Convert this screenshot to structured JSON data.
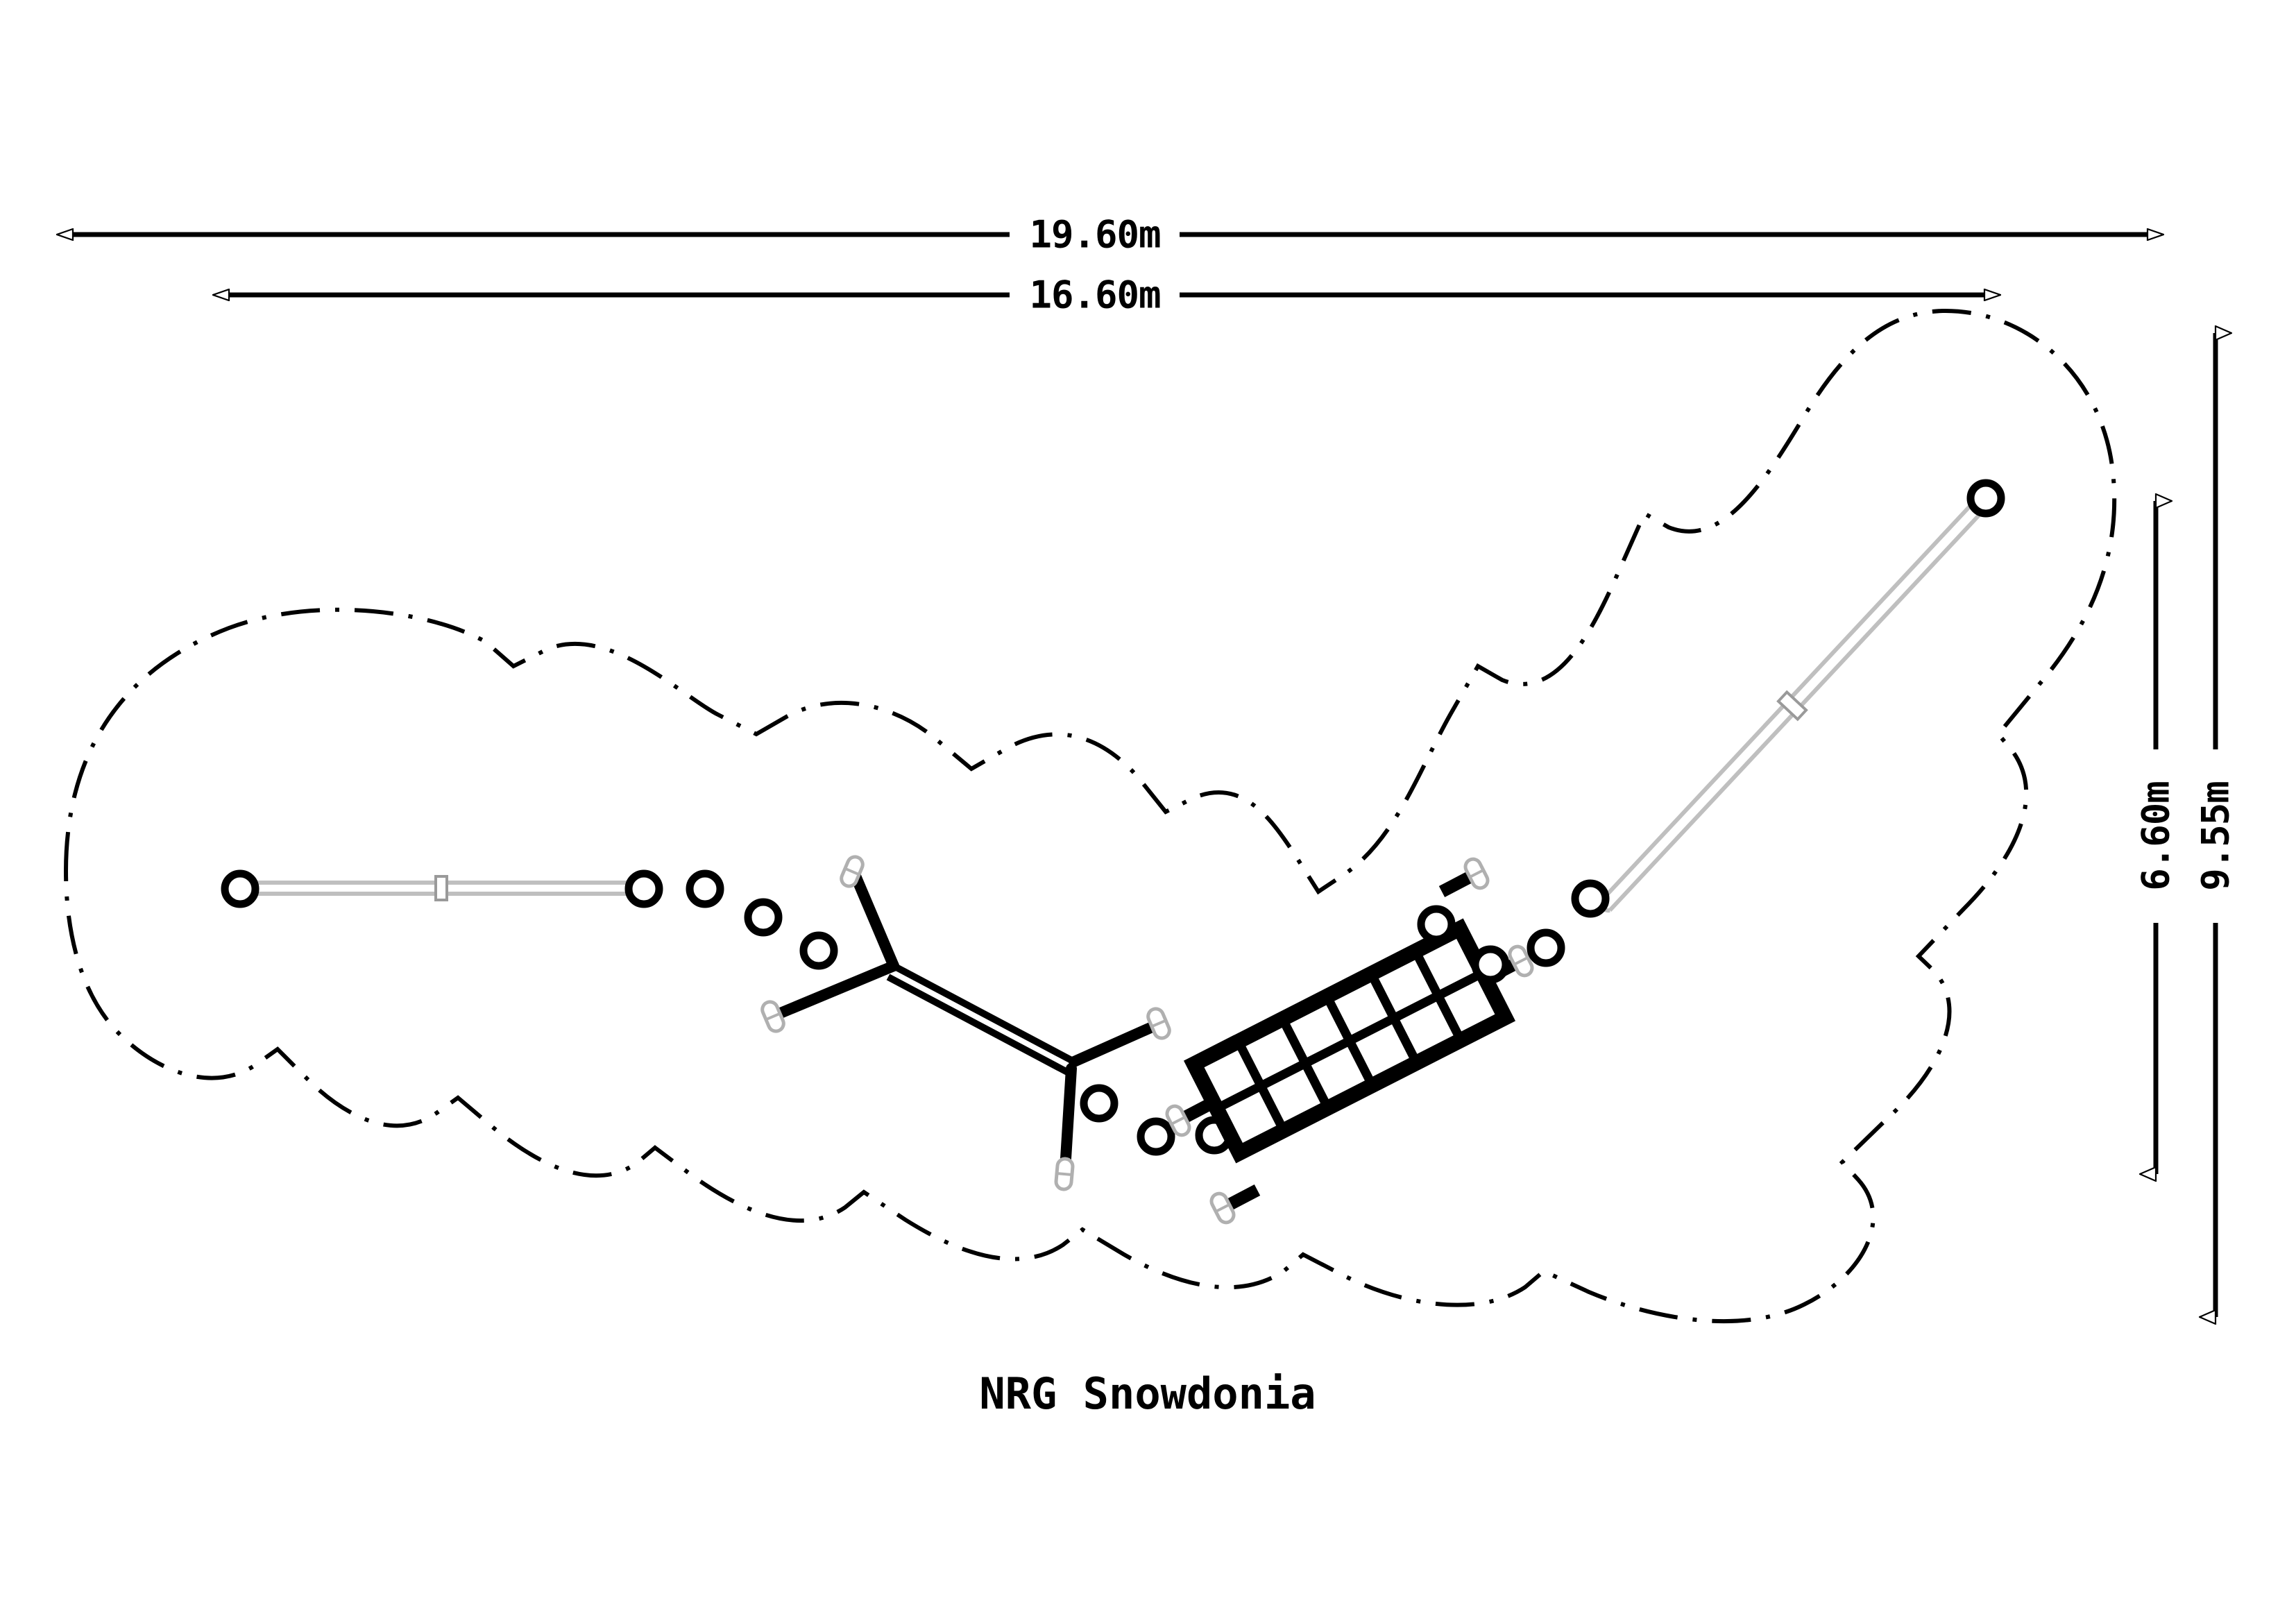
{
  "drawing": {
    "title": "NRG Snowdonia",
    "view": "plan",
    "line_color": "#000000",
    "accent_color": "#b3b3b3",
    "background": "#ffffff"
  },
  "dimensions": {
    "overall_width": "19.60m",
    "inner_width": "16.60m",
    "inner_height": "6.60m",
    "overall_height": "9.55m"
  },
  "labels": {
    "width_overall": "19.60m",
    "width_inner": "16.60m",
    "height_inner": "6.60m",
    "height_overall": "9.55m",
    "product_title": "NRG Snowdonia"
  },
  "components": {
    "safety_zone": "dash-dot boundary",
    "balance_beam": "horizontal beam between two posts with mid connector",
    "h_frame": "double Y-post frame with six ground anchors",
    "cargo_net": "2 x 6 grid climbing net with four corner anchors",
    "zip_beam": "diagonal beam between two posts with mid connector",
    "stepping_posts_count": 9
  },
  "chart_data": {
    "type": "table",
    "title": "NRG Snowdonia",
    "categories": [
      "Overall width",
      "Inner width",
      "Inner height",
      "Overall height"
    ],
    "values": [
      19.6,
      16.6,
      6.6,
      9.55
    ],
    "units": "m"
  }
}
